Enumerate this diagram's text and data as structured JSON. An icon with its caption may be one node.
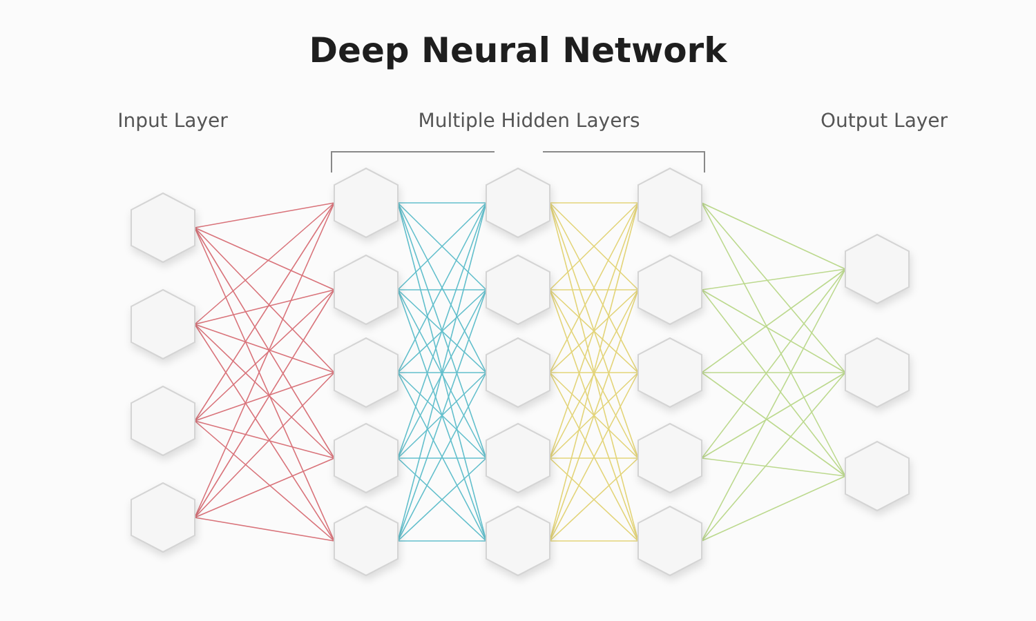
{
  "diagram": {
    "title": "Deep Neural Network",
    "nodes": [
      {
        "text": [],
        "shape": "hexagon"
      },
      {
        "text": [],
        "shape": "hexagon"
      },
      {
        "text": [],
        "shape": "hexagon"
      },
      {
        "text": [],
        "shape": "hexagon"
      },
      {
        "text": [],
        "shape": "hexagon"
      },
      {
        "text": [],
        "shape": "hexagon"
      },
      {
        "text": [],
        "shape": "hexagon"
      },
      {
        "text": [],
        "shape": "hexagon"
      },
      {
        "text": [],
        "shape": "hexagon"
      },
      {
        "text": [],
        "shape": "hexagon"
      },
      {
        "text": [],
        "shape": "hexagon"
      },
      {
        "text": [],
        "shape": "hexagon"
      },
      {
        "text": [],
        "shape": "hexagon"
      },
      {
        "text": [],
        "shape": "hexagon"
      },
      {
        "text": [],
        "shape": "hexagon"
      },
      {
        "text": [],
        "shape": "hexagon"
      },
      {
        "text": [],
        "shape": "hexagon"
      },
      {
        "text": [],
        "shape": "hexagon"
      },
      {
        "text": [],
        "shape": "hexagon"
      },
      {
        "text": [],
        "shape": "hexagon"
      },
      {
        "text": [],
        "shape": "hexagon"
      },
      {
        "text": [],
        "shape": "hexagon"
      }
    ],
    "edges": [
      {
        "from": 0,
        "to": 4,
        "arrow": "none",
        "color": "#d9737a"
      },
      {
        "from": 0,
        "to": 5,
        "arrow": "none",
        "color": "#d9737a"
      },
      {
        "from": 0,
        "to": 6,
        "arrow": "none",
        "color": "#d9737a"
      },
      {
        "from": 0,
        "to": 7,
        "arrow": "none",
        "color": "#d9737a"
      },
      {
        "from": 0,
        "to": 8,
        "arrow": "none",
        "color": "#d9737a"
      },
      {
        "from": 1,
        "to": 4,
        "arrow": "none",
        "color": "#d9737a"
      },
      {
        "from": 1,
        "to": 5,
        "arrow": "none",
        "color": "#d9737a"
      },
      {
        "from": 1,
        "to": 6,
        "arrow": "none",
        "color": "#d9737a"
      },
      {
        "from": 1,
        "to": 7,
        "arrow": "none",
        "color": "#d9737a"
      },
      {
        "from": 1,
        "to": 8,
        "arrow": "none",
        "color": "#d9737a"
      },
      {
        "from": 2,
        "to": 4,
        "arrow": "none",
        "color": "#d9737a"
      },
      {
        "from": 2,
        "to": 5,
        "arrow": "none",
        "color": "#d9737a"
      },
      {
        "from": 2,
        "to": 6,
        "arrow": "none",
        "color": "#d9737a"
      },
      {
        "from": 2,
        "to": 7,
        "arrow": "none",
        "color": "#d9737a"
      },
      {
        "from": 2,
        "to": 8,
        "arrow": "none",
        "color": "#d9737a"
      },
      {
        "from": 3,
        "to": 4,
        "arrow": "none",
        "color": "#d9737a"
      },
      {
        "from": 3,
        "to": 5,
        "arrow": "none",
        "color": "#d9737a"
      },
      {
        "from": 3,
        "to": 6,
        "arrow": "none",
        "color": "#d9737a"
      },
      {
        "from": 3,
        "to": 7,
        "arrow": "none",
        "color": "#d9737a"
      },
      {
        "from": 3,
        "to": 8,
        "arrow": "none",
        "color": "#d9737a"
      },
      {
        "from": 4,
        "to": 9,
        "arrow": "none",
        "color": "#62bfcc"
      },
      {
        "from": 4,
        "to": 10,
        "arrow": "none",
        "color": "#62bfcc"
      },
      {
        "from": 4,
        "to": 11,
        "arrow": "none",
        "color": "#62bfcc"
      },
      {
        "from": 4,
        "to": 12,
        "arrow": "none",
        "color": "#62bfcc"
      },
      {
        "from": 4,
        "to": 13,
        "arrow": "none",
        "color": "#62bfcc"
      },
      {
        "from": 5,
        "to": 9,
        "arrow": "none",
        "color": "#62bfcc"
      },
      {
        "from": 5,
        "to": 10,
        "arrow": "none",
        "color": "#62bfcc"
      },
      {
        "from": 5,
        "to": 11,
        "arrow": "none",
        "color": "#62bfcc"
      },
      {
        "from": 5,
        "to": 12,
        "arrow": "none",
        "color": "#62bfcc"
      },
      {
        "from": 5,
        "to": 13,
        "arrow": "none",
        "color": "#62bfcc"
      },
      {
        "from": 6,
        "to": 9,
        "arrow": "none",
        "color": "#62bfcc"
      },
      {
        "from": 6,
        "to": 10,
        "arrow": "none",
        "color": "#62bfcc"
      },
      {
        "from": 6,
        "to": 11,
        "arrow": "none",
        "color": "#62bfcc"
      },
      {
        "from": 6,
        "to": 12,
        "arrow": "none",
        "color": "#62bfcc"
      },
      {
        "from": 6,
        "to": 13,
        "arrow": "none",
        "color": "#62bfcc"
      },
      {
        "from": 7,
        "to": 9,
        "arrow": "none",
        "color": "#62bfcc"
      },
      {
        "from": 7,
        "to": 10,
        "arrow": "none",
        "color": "#62bfcc"
      },
      {
        "from": 7,
        "to": 11,
        "arrow": "none",
        "color": "#62bfcc"
      },
      {
        "from": 7,
        "to": 12,
        "arrow": "none",
        "color": "#62bfcc"
      },
      {
        "from": 7,
        "to": 13,
        "arrow": "none",
        "color": "#62bfcc"
      },
      {
        "from": 8,
        "to": 9,
        "arrow": "none",
        "color": "#62bfcc"
      },
      {
        "from": 8,
        "to": 10,
        "arrow": "none",
        "color": "#62bfcc"
      },
      {
        "from": 8,
        "to": 11,
        "arrow": "none",
        "color": "#62bfcc"
      },
      {
        "from": 8,
        "to": 12,
        "arrow": "none",
        "color": "#62bfcc"
      },
      {
        "from": 8,
        "to": 13,
        "arrow": "none",
        "color": "#62bfcc"
      },
      {
        "from": 9,
        "to": 14,
        "arrow": "none",
        "color": "#e3d478"
      },
      {
        "from": 9,
        "to": 15,
        "arrow": "none",
        "color": "#e3d478"
      },
      {
        "from": 9,
        "to": 16,
        "arrow": "none",
        "color": "#e3d478"
      },
      {
        "from": 9,
        "to": 17,
        "arrow": "none",
        "color": "#e3d478"
      },
      {
        "from": 9,
        "to": 18,
        "arrow": "none",
        "color": "#e3d478"
      },
      {
        "from": 10,
        "to": 14,
        "arrow": "none",
        "color": "#e3d478"
      },
      {
        "from": 10,
        "to": 15,
        "arrow": "none",
        "color": "#e3d478"
      },
      {
        "from": 10,
        "to": 16,
        "arrow": "none",
        "color": "#e3d478"
      },
      {
        "from": 10,
        "to": 17,
        "arrow": "none",
        "color": "#e3d478"
      },
      {
        "from": 10,
        "to": 18,
        "arrow": "none",
        "color": "#e3d478"
      },
      {
        "from": 11,
        "to": 14,
        "arrow": "none",
        "color": "#e3d478"
      },
      {
        "from": 11,
        "to": 15,
        "arrow": "none",
        "color": "#e3d478"
      },
      {
        "from": 11,
        "to": 16,
        "arrow": "none",
        "color": "#e3d478"
      },
      {
        "from": 11,
        "to": 17,
        "arrow": "none",
        "color": "#e3d478"
      },
      {
        "from": 11,
        "to": 18,
        "arrow": "none",
        "color": "#e3d478"
      },
      {
        "from": 12,
        "to": 14,
        "arrow": "none",
        "color": "#e3d478"
      },
      {
        "from": 12,
        "to": 15,
        "arrow": "none",
        "color": "#e3d478"
      },
      {
        "from": 12,
        "to": 16,
        "arrow": "none",
        "color": "#e3d478"
      },
      {
        "from": 12,
        "to": 17,
        "arrow": "none",
        "color": "#e3d478"
      },
      {
        "from": 12,
        "to": 18,
        "arrow": "none",
        "color": "#e3d478"
      },
      {
        "from": 13,
        "to": 14,
        "arrow": "none",
        "color": "#e3d478"
      },
      {
        "from": 13,
        "to": 15,
        "arrow": "none",
        "color": "#e3d478"
      },
      {
        "from": 13,
        "to": 16,
        "arrow": "none",
        "color": "#e3d478"
      },
      {
        "from": 13,
        "to": 17,
        "arrow": "none",
        "color": "#e3d478"
      },
      {
        "from": 13,
        "to": 18,
        "arrow": "none",
        "color": "#e3d478"
      },
      {
        "from": 14,
        "to": 19,
        "arrow": "none",
        "color": "#bcd98e"
      },
      {
        "from": 14,
        "to": 20,
        "arrow": "none",
        "color": "#bcd98e"
      },
      {
        "from": 14,
        "to": 21,
        "arrow": "none",
        "color": "#bcd98e"
      },
      {
        "from": 15,
        "to": 19,
        "arrow": "none",
        "color": "#bcd98e"
      },
      {
        "from": 15,
        "to": 20,
        "arrow": "none",
        "color": "#bcd98e"
      },
      {
        "from": 15,
        "to": 21,
        "arrow": "none",
        "color": "#bcd98e"
      },
      {
        "from": 16,
        "to": 19,
        "arrow": "none",
        "color": "#bcd98e"
      },
      {
        "from": 16,
        "to": 20,
        "arrow": "none",
        "color": "#bcd98e"
      },
      {
        "from": 16,
        "to": 21,
        "arrow": "none",
        "color": "#bcd98e"
      },
      {
        "from": 17,
        "to": 19,
        "arrow": "none",
        "color": "#bcd98e"
      },
      {
        "from": 17,
        "to": 20,
        "arrow": "none",
        "color": "#bcd98e"
      },
      {
        "from": 17,
        "to": 21,
        "arrow": "none",
        "color": "#bcd98e"
      },
      {
        "from": 18,
        "to": 19,
        "arrow": "none",
        "color": "#bcd98e"
      },
      {
        "from": 18,
        "to": 20,
        "arrow": "none",
        "color": "#bcd98e"
      },
      {
        "from": 18,
        "to": 21,
        "arrow": "none",
        "color": "#bcd98e"
      }
    ],
    "labels": [
      "Input Layer",
      "Multiple Hidden Layers",
      "Output Layer"
    ]
  }
}
